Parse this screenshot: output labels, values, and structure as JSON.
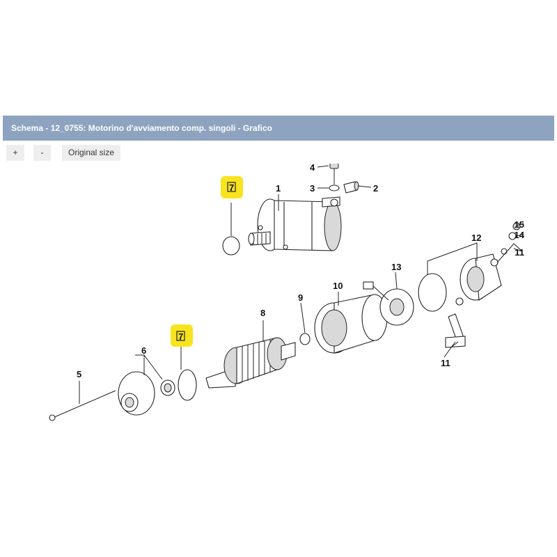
{
  "header": {
    "title": "Schema - 12_0755: Motorino d'avviamento comp. singoli - Grafico"
  },
  "toolbar": {
    "zoom_in_label": "+",
    "zoom_out_label": "-",
    "original_size_label": "Original size"
  },
  "diagram": {
    "highlight_color": "#f7e41f",
    "callouts": [
      "1",
      "2",
      "3",
      "4",
      "5",
      "6",
      "7",
      "7",
      "8",
      "9",
      "10",
      "11",
      "11",
      "12",
      "13",
      "14",
      "15"
    ]
  }
}
